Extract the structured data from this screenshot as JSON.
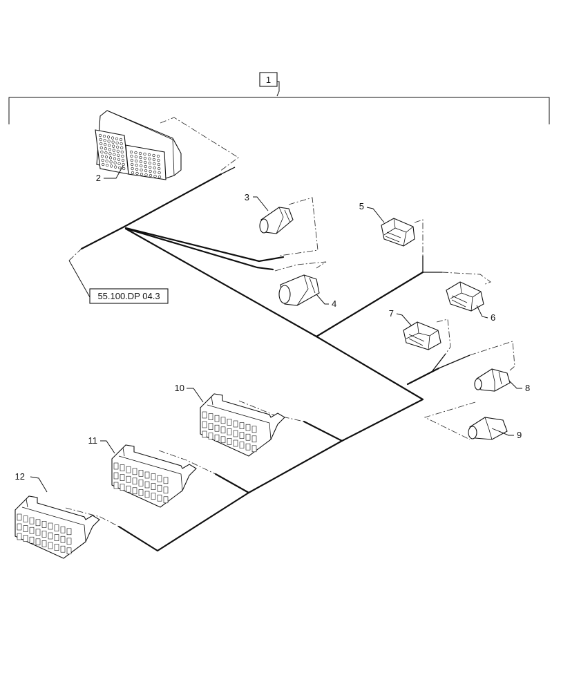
{
  "diagram": {
    "callouts": {
      "main": "1",
      "part2": "2",
      "part3": "3",
      "part4": "4",
      "part5": "5",
      "part6": "6",
      "part7": "7",
      "part8": "8",
      "part9": "9",
      "part10": "10",
      "part11": "11",
      "part12": "12"
    },
    "reference": "55.100.DP 04.3"
  }
}
